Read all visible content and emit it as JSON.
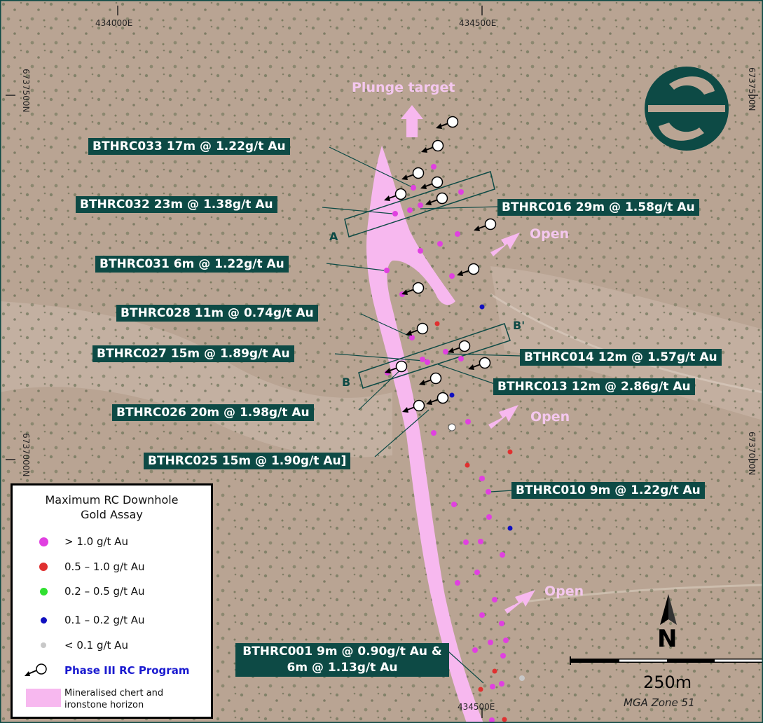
{
  "coordinates": {
    "easting_top_left": "434000E",
    "easting_top_right": "434500E",
    "easting_bottom": "434500E",
    "northing_top_left": "6737500N",
    "northing_top_right": "6737500N",
    "northing_mid_left": "6737000N",
    "northing_mid_right": "6737000N"
  },
  "annotations": {
    "plunge_target": "Plunge target",
    "open_1": "Open",
    "open_2": "Open",
    "open_3": "Open"
  },
  "sections": {
    "a": "A",
    "b": "B",
    "b_prime": "B'"
  },
  "drill_labels": [
    {
      "id": "bthrc033",
      "text": "BTHRC033 17m @ 1.22g/t Au"
    },
    {
      "id": "bthrc032",
      "text": "BTHRC032 23m @ 1.38g/t Au"
    },
    {
      "id": "bthrc016",
      "text": "BTHRC016 29m @ 1.58g/t Au"
    },
    {
      "id": "bthrc031",
      "text": "BTHRC031 6m @ 1.22g/t Au"
    },
    {
      "id": "bthrc028",
      "text": "BTHRC028 11m @ 0.74g/t Au"
    },
    {
      "id": "bthrc027",
      "text": "BTHRC027 15m @ 1.89g/t Au"
    },
    {
      "id": "bthrc014",
      "text": "BTHRC014 12m @ 1.57g/t Au"
    },
    {
      "id": "bthrc013",
      "text": "BTHRC013 12m @ 2.86g/t Au"
    },
    {
      "id": "bthrc026",
      "text": "BTHRC026 20m @ 1.98g/t Au"
    },
    {
      "id": "bthrc025",
      "text": "BTHRC025 15m @ 1.90g/t Au]"
    },
    {
      "id": "bthrc010",
      "text": "BTHRC010 9m @ 1.22g/t Au"
    },
    {
      "id": "bthrc001",
      "text": "BTHRC001 9m @ 0.90g/t Au & 6m @ 1.13g/t Au"
    }
  ],
  "legend": {
    "title": "Maximum RC Downhole Gold Assay",
    "items": [
      {
        "label": "> 1.0 g/t Au",
        "color": "#e040e0"
      },
      {
        "label": "0.5 – 1.0 g/t Au",
        "color": "#e03030"
      },
      {
        "label": "0.2 – 0.5 g/t Au",
        "color": "#30e030"
      },
      {
        "label": "0.1 – 0.2 g/t Au",
        "color": "#1010c0"
      },
      {
        "label": "< 0.1 g/t Au",
        "color": "#c8c8c8"
      }
    ],
    "program_label": "Phase III RC Program",
    "program_color": "#1a1ad0",
    "horizon_label": "Mineralised chert and ironstone horizon",
    "horizon_color": "#f7b8ef"
  },
  "north_label": "N",
  "scale": {
    "distance": "250m",
    "zone": "MGA Zone 51"
  },
  "colors": {
    "label_bg": "#0d4a45",
    "horizon": "#f7b8ef",
    "logo": "#0d4a45"
  }
}
